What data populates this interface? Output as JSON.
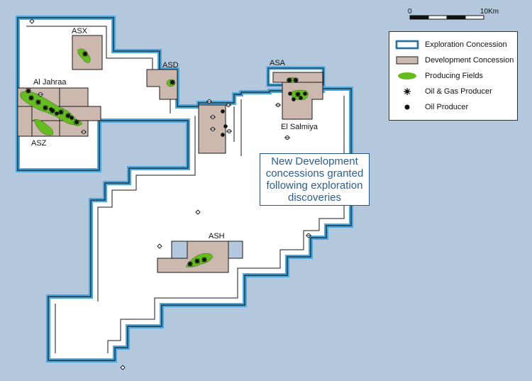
{
  "map": {
    "background_color": "#b3c8dd",
    "concession_labels": {
      "asx": "ASX",
      "asd": "ASD",
      "asa": "ASA",
      "al_jahraa": "Al Jahraa",
      "asz": "ASZ",
      "el_salmiya": "El Salmiya",
      "ash": "ASH"
    },
    "callout": "New Development concessions granted following exploration discoveries",
    "colors": {
      "exploration_fill": "#ffffff",
      "exploration_border": "#4aa8e0",
      "development_fill": "#cdb8b0",
      "producing_field": "#66bb22",
      "outline": "#1a1a1a"
    }
  },
  "scale_bar": {
    "start_label": "0",
    "end_label": "10Km"
  },
  "legend": {
    "items": [
      {
        "symbol": "exploration-concession-icon",
        "label": "Exploration Concession"
      },
      {
        "symbol": "development-concession-icon",
        "label": "Development Concession"
      },
      {
        "symbol": "producing-field-icon",
        "label": "Producing Fields"
      },
      {
        "symbol": "oil-gas-producer-icon",
        "label": "Oil & Gas Producer"
      },
      {
        "symbol": "oil-producer-icon",
        "label": "Oil Producer"
      }
    ]
  }
}
